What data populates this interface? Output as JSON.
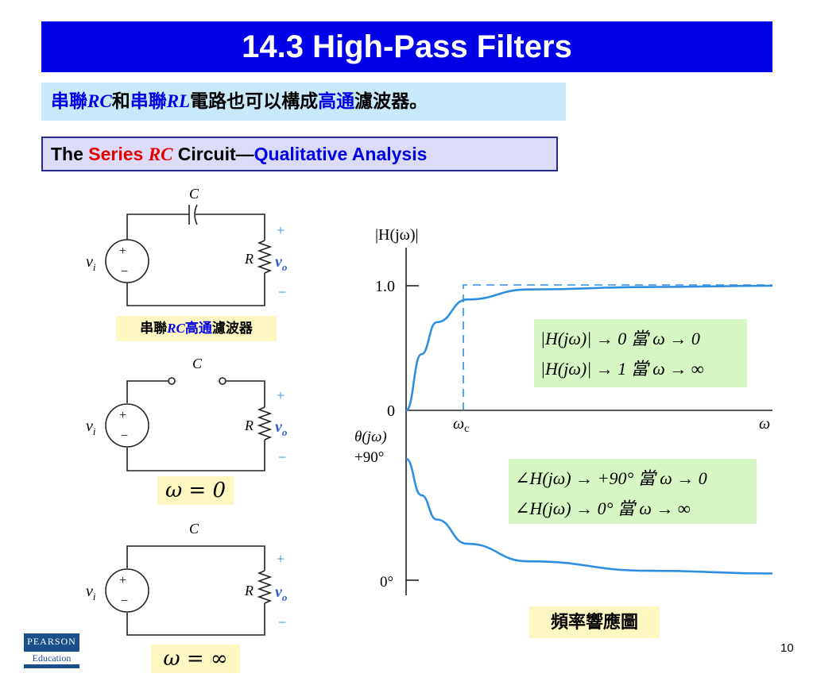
{
  "title": "14.3   High-Pass Filters",
  "subtitle": {
    "p1": "串聯",
    "p2": "RC",
    "p3": "和",
    "p4": "串聯",
    "p5": "RL",
    "p6": "電路也可以構成",
    "p7": "高通",
    "p8": "濾波器。"
  },
  "section": {
    "p1": "The ",
    "p2": "Series ",
    "p3": "RC",
    "p4": " Circuit—",
    "p5": "Qualitative Analysis"
  },
  "circuit": {
    "cap": "C",
    "res": "R",
    "vin": "v",
    "vin_sub": "i",
    "vout": "v",
    "vout_sub": "o",
    "plus": "+",
    "minus": "−",
    "src_plus": "+",
    "src_minus": "−"
  },
  "labels": {
    "hp_p1": "串聯",
    "hp_p2": "RC",
    "hp_p3": "高通",
    "hp_p4": "濾波器",
    "w0": "ω = 0",
    "winf": "ω = ∞"
  },
  "graph": {
    "mag_label": "|H(jω)|",
    "mag_one": "1.0",
    "mag_zero": "0",
    "wc_label": "ω",
    "wc_sub": "c",
    "w_label": "ω",
    "phase_label": "θ(jω)",
    "phase_90": "+90°",
    "phase_0": "0°"
  },
  "equations": {
    "mag1": "|H(jω)| → 0  當  ω → 0",
    "mag2": "|H(jω)| → 1  當  ω → ∞",
    "ph1": "∠H(jω) → +90°  當  ω → 0",
    "ph2": "∠H(jω) → 0°  當  ω → ∞"
  },
  "freq_label": "頻率響應圖",
  "logo": {
    "top": "PEARSON",
    "bottom": "Education"
  },
  "page_number": "10",
  "colors": {
    "title_bg": "#0000e6",
    "curve": "#2e8fe0",
    "accent_red": "#e60000"
  },
  "chart_data": {
    "type": "line",
    "series": [
      {
        "values": [
          [
            0,
            0
          ],
          [
            0.5,
            0.45
          ],
          [
            1,
            0.707
          ],
          [
            2,
            0.89
          ],
          [
            4,
            0.97
          ],
          [
            8,
            0.99
          ],
          [
            12,
            1.0
          ]
        ]
      },
      {
        "values": [
          [
            0,
            90
          ],
          [
            0.5,
            63
          ],
          [
            1,
            45
          ],
          [
            2,
            27
          ],
          [
            4,
            14
          ],
          [
            8,
            7
          ],
          [
            12,
            5
          ]
        ]
      }
    ]
  }
}
